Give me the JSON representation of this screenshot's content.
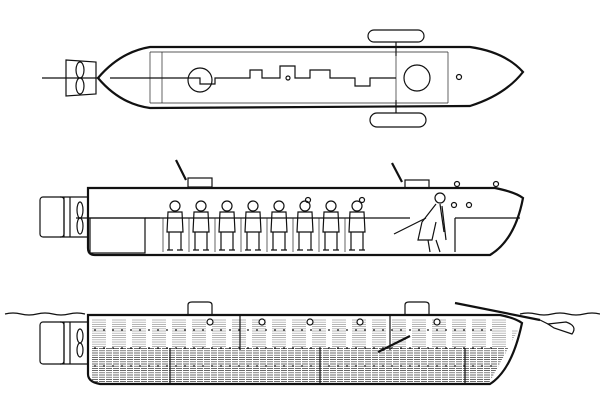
{
  "colors": {
    "ink": "#111111",
    "paper": "#ffffff"
  },
  "crew": {
    "seated_count": 8,
    "standing_count": 1
  },
  "rivets": {
    "rows": 3
  }
}
